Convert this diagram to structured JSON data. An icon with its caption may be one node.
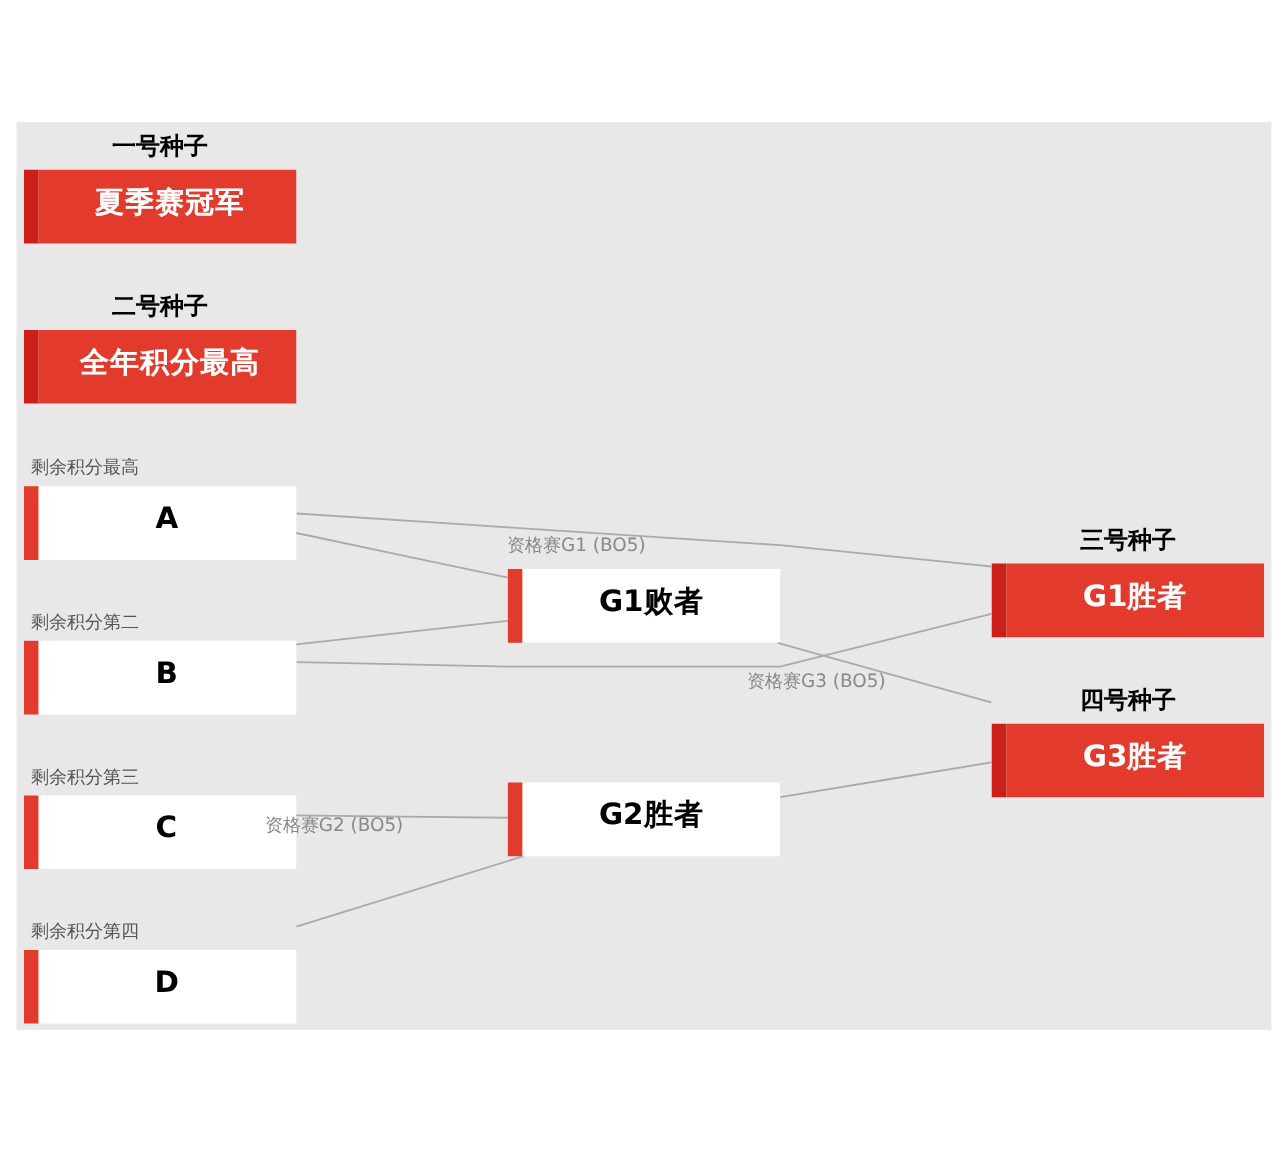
{
  "diagram": {
    "nodes": [
      {
        "text": [
          "一号种子",
          "夏季赛冠军"
        ]
      },
      {
        "text": [
          "二号种子",
          "全年积分最高"
        ]
      },
      {
        "text": [
          "剩余积分最高",
          "A"
        ]
      },
      {
        "text": [
          "剩余积分第二",
          "B"
        ]
      },
      {
        "text": [
          "剩余积分第三",
          "C"
        ]
      },
      {
        "text": [
          "剩余积分第四",
          "D"
        ]
      },
      {
        "text": [
          "G1败者"
        ]
      },
      {
        "text": [
          "G2胜者"
        ]
      },
      {
        "text": [
          "三号种子",
          "G1胜者"
        ]
      },
      {
        "text": [
          "四号种子",
          "G3胜者"
        ]
      }
    ],
    "edges": [
      {
        "from": 2,
        "to": 8,
        "arrow": "none",
        "label": "资格赛G1 (BO5)"
      },
      {
        "from": 3,
        "to": 8,
        "arrow": "none"
      },
      {
        "from": 2,
        "to": 6,
        "arrow": "none"
      },
      {
        "from": 3,
        "to": 6,
        "arrow": "none"
      },
      {
        "from": 4,
        "to": 7,
        "arrow": "none",
        "label": "资格赛G2 (BO5)"
      },
      {
        "from": 5,
        "to": 7,
        "arrow": "none"
      },
      {
        "from": 6,
        "to": 9,
        "arrow": "none",
        "label": "资格赛G3 (BO5)"
      },
      {
        "from": 7,
        "to": 9,
        "arrow": "none"
      }
    ]
  }
}
